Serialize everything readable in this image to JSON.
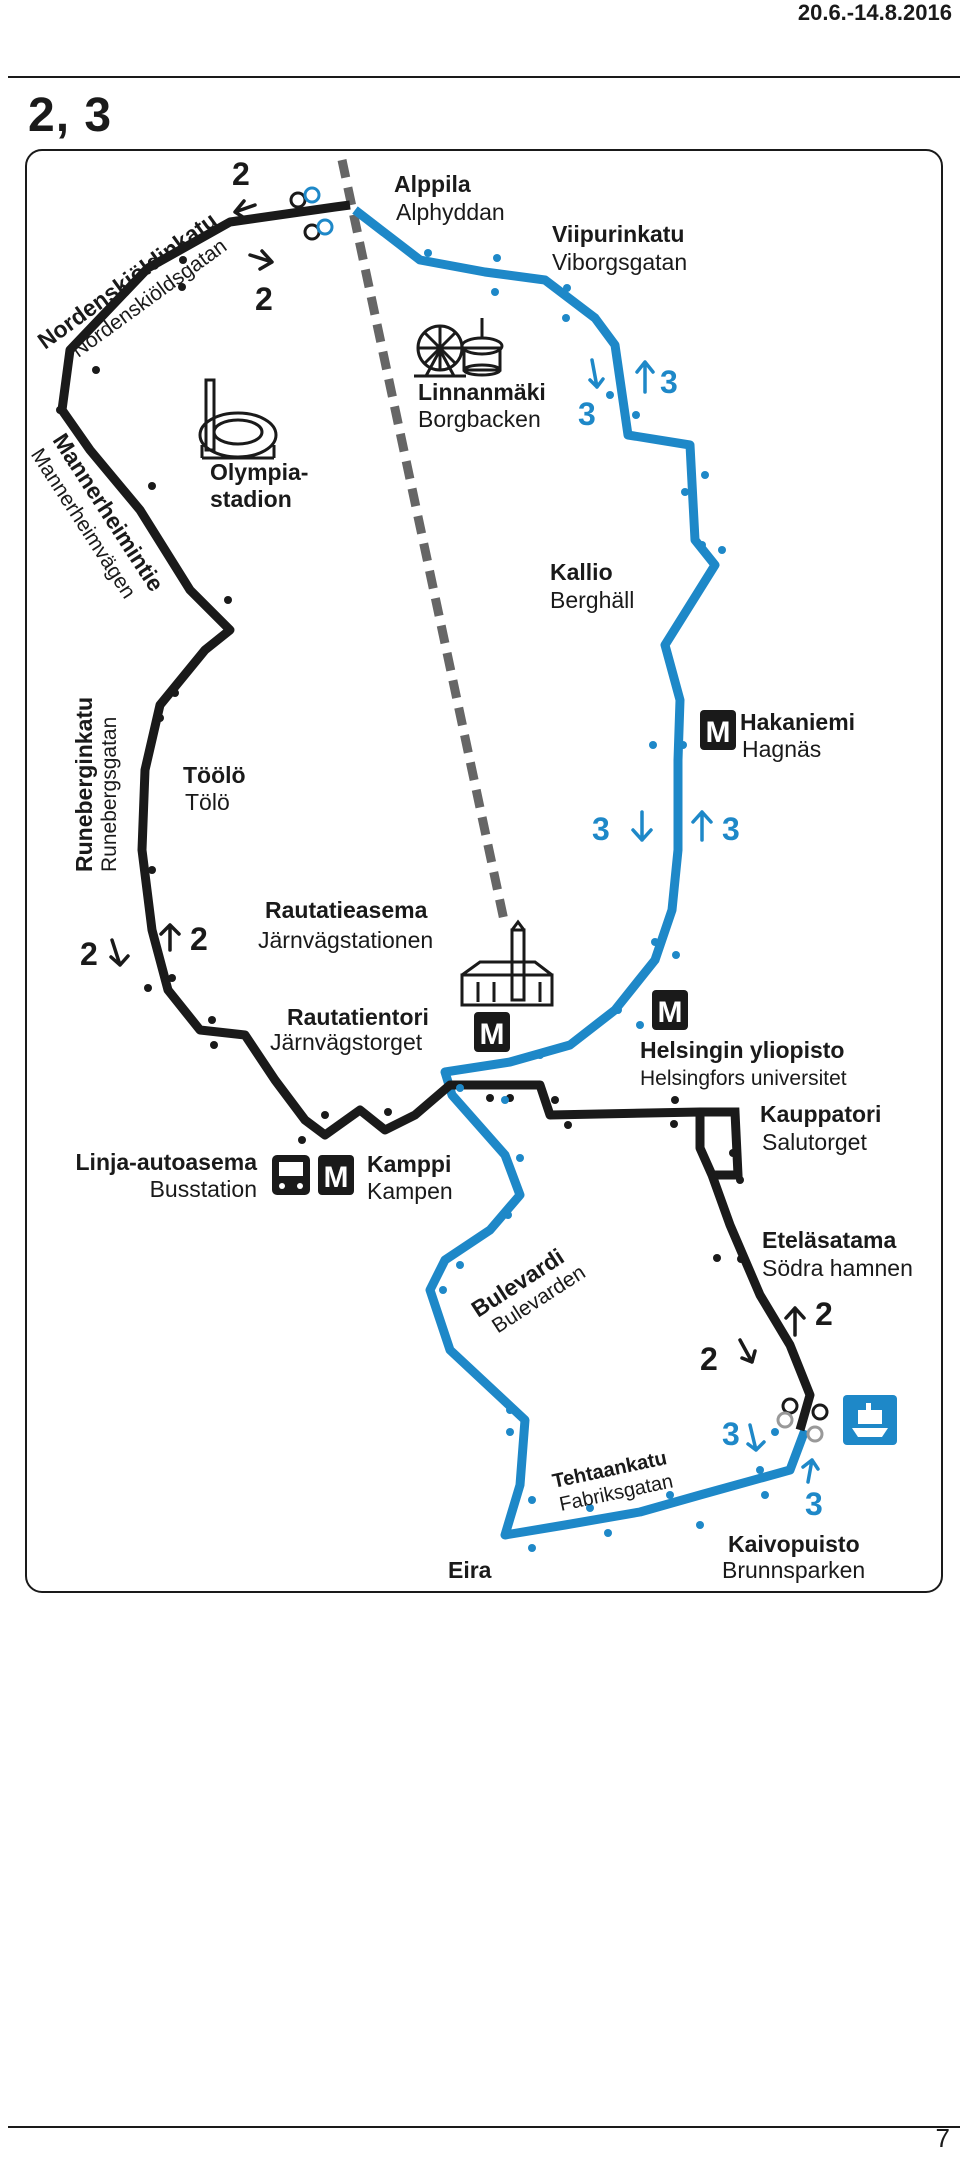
{
  "header": {
    "date_range": "20.6.-14.8.2016",
    "lines_title": "2, 3"
  },
  "footer": {
    "page_number": "7"
  },
  "colors": {
    "line_2": "#1a1a1a",
    "line_3": "#1e88c8",
    "rail": "#666666"
  },
  "numbers": {
    "line_2": "2",
    "line_3": "3"
  },
  "streets": {
    "nordenskiold": {
      "fi": "Nordenskiöldinkatu",
      "sv": "Nordenskiöldsgatan"
    },
    "mannerheimintie": {
      "fi": "Mannerheimintie",
      "sv": "Mannerheimvägen"
    },
    "runeberginkatu": {
      "fi": "Runeberginkatu",
      "sv": "Runebergsgatan"
    },
    "bulevardi": {
      "fi": "Bulevardi",
      "sv": "Bulevarden"
    },
    "tehtaankatu": {
      "fi": "Tehtaankatu",
      "sv": "Fabriksgatan"
    }
  },
  "places": {
    "alppila": {
      "fi": "Alppila",
      "sv": "Alphyddan"
    },
    "viipurinkatu": {
      "fi": "Viipurinkatu",
      "sv": "Viborgsgatan"
    },
    "linnanmaki": {
      "fi": "Linnanmäki",
      "sv": "Borgbacken"
    },
    "olympiastadion": {
      "line1": "Olympia-",
      "line2": "stadion"
    },
    "kallio": {
      "fi": "Kallio",
      "sv": "Berghäll"
    },
    "hakaniemi": {
      "fi": "Hakaniemi",
      "sv": "Hagnäs"
    },
    "toolo": {
      "fi": "Töölö",
      "sv": "Tölö"
    },
    "rautatieasema": {
      "fi": "Rautatieasema",
      "sv": "Järnvägstationen"
    },
    "rautatientori": {
      "fi": "Rautatientori",
      "sv": "Järnvägstorget"
    },
    "yliopisto": {
      "fi": "Helsingin yliopisto",
      "sv": "Helsingfors universitet"
    },
    "kauppatori": {
      "fi": "Kauppatori",
      "sv": "Salutorget"
    },
    "linja_autoasema": {
      "fi": "Linja-autoasema",
      "sv": "Busstation"
    },
    "kamppi": {
      "fi": "Kamppi",
      "sv": "Kampen"
    },
    "etelasatama": {
      "fi": "Eteläsatama",
      "sv": "Södra hamnen"
    },
    "eira": {
      "fi": "Eira"
    },
    "kaivopuisto": {
      "fi": "Kaivopuisto",
      "sv": "Brunnsparken"
    }
  },
  "icons": {
    "metro_letter": "M",
    "metro": "metro-icon",
    "bus": "bus-icon",
    "ferry": "ferry-icon",
    "stadium": "stadium-icon",
    "ferris_wheel": "ferris-wheel-icon",
    "railway_station": "railway-station-icon"
  }
}
